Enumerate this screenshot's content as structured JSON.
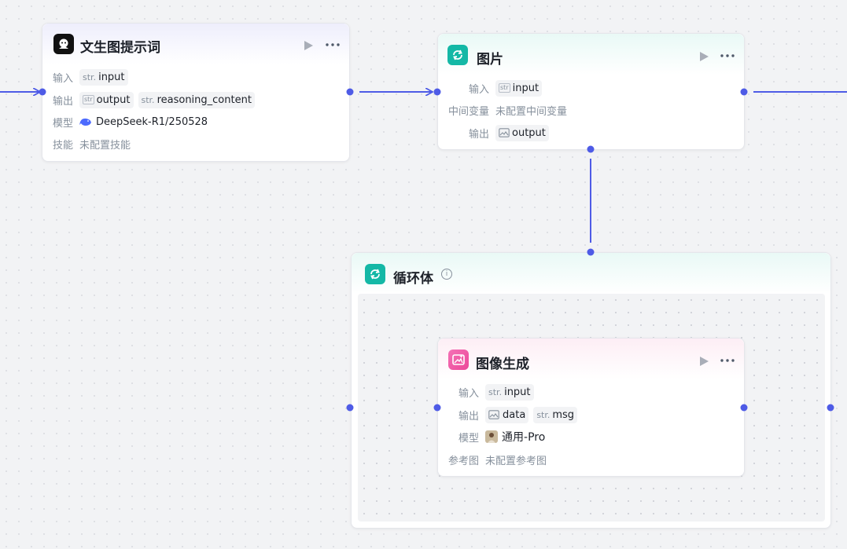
{
  "nodes": {
    "prompt_node": {
      "title": "文生图提示词",
      "inputs_label": "输入",
      "input": {
        "type": "str.",
        "name": "input"
      },
      "outputs_label": "输出",
      "outputs": [
        {
          "type": "str",
          "name": "output"
        },
        {
          "type": "str.",
          "name": "reasoning_content"
        }
      ],
      "model_label": "模型",
      "model": "DeepSeek-R1/250528",
      "skills_label": "技能",
      "skills": "未配置技能"
    },
    "image_node": {
      "title": "图片",
      "inputs_label": "输入",
      "input": {
        "type": "str",
        "name": "input"
      },
      "intermediate_label": "中间变量",
      "intermediate": "未配置中间变量",
      "outputs_label": "输出",
      "output": {
        "type": "img",
        "name": "output"
      }
    },
    "loop_node": {
      "title": "循环体"
    },
    "image_gen_node": {
      "title": "图像生成",
      "inputs_label": "输入",
      "input": {
        "type": "str.",
        "name": "input"
      },
      "outputs_label": "输出",
      "outputs": [
        {
          "type": "img",
          "name": "data"
        },
        {
          "type": "str.",
          "name": "msg"
        }
      ],
      "model_label": "模型",
      "model": "通用-Pro",
      "reference_label": "参考图",
      "reference": "未配置参考图"
    }
  },
  "colors": {
    "accent": "#4e5be6",
    "canvas": "#f2f3f5",
    "muted_text": "#86909c"
  },
  "icons": {
    "prompt_node": "bot-avatar-icon",
    "image_node": "loop-arrows-icon",
    "loop_node": "loop-arrows-icon",
    "image_gen_node": "image-sparkle-icon",
    "run": "play-icon",
    "more": "more-dots-icon",
    "model_deepseek": "whale-icon",
    "model_pro": "avatar-thumbnail-icon",
    "info": "info-circle-icon"
  }
}
